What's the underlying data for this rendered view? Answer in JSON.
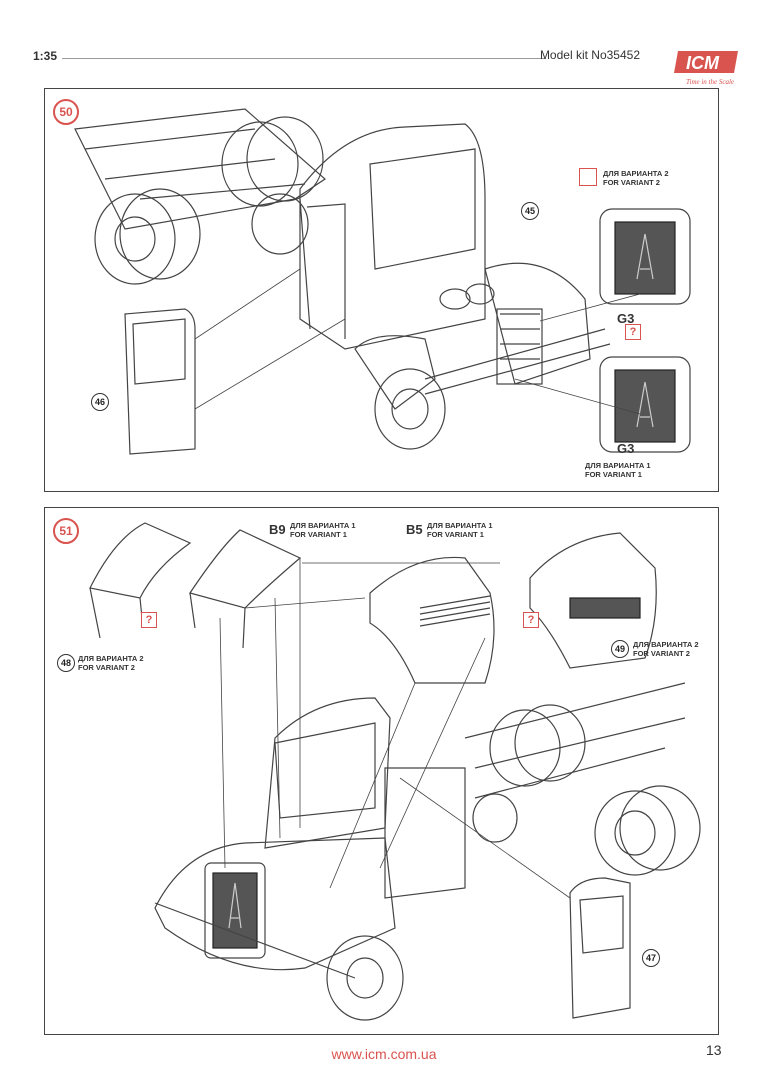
{
  "header": {
    "scale": "1:35",
    "model_kit": "Model kit No35452",
    "logo_text": "ICM",
    "logo_tagline": "Time in the Scale"
  },
  "steps": [
    {
      "number": "50",
      "parts": [
        "45",
        "46"
      ],
      "grille_code_1": "G3",
      "grille_code_2": "G3",
      "variant_2_ru": "ДЛЯ ВАРИАНТА 2",
      "variant_2_en": "FOR VARIANT 2",
      "variant_1_ru": "ДЛЯ ВАРИАНТА 1",
      "variant_1_en": "FOR VARIANT 1",
      "qmark": "?"
    },
    {
      "number": "51",
      "parts": [
        "48",
        "49",
        "47"
      ],
      "b9_code": "B9",
      "b9_ru": "ДЛЯ ВАРИАНТА 1",
      "b9_en": "FOR VARIANT 1",
      "b5_code": "B5",
      "b5_ru": "ДЛЯ ВАРИАНТА 1",
      "b5_en": "FOR VARIANT 1",
      "p48_ru": "ДЛЯ ВАРИАНТА 2",
      "p48_en": "FOR VARIANT 2",
      "p49_ru": "ДЛЯ ВАРИАНТА 2",
      "p49_en": "FOR VARIANT 2",
      "qmark": "?"
    }
  ],
  "footer": {
    "url": "www.icm.com.ua",
    "page": "13"
  },
  "colors": {
    "accent": "#d9534f",
    "line": "#444444"
  }
}
